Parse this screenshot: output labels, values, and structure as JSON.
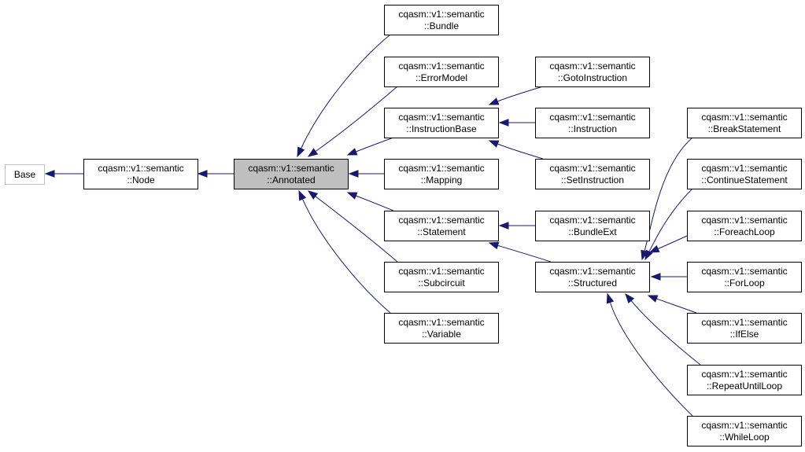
{
  "nodes": [
    {
      "id": "base",
      "lines": [
        "Base"
      ],
      "style": "grey"
    },
    {
      "id": "node",
      "lines": [
        "cqasm::v1::semantic",
        "::Node"
      ]
    },
    {
      "id": "annotated",
      "lines": [
        "cqasm::v1::semantic",
        "::Annotated"
      ],
      "style": "focus"
    },
    {
      "id": "bundle",
      "lines": [
        "cqasm::v1::semantic",
        "::Bundle"
      ]
    },
    {
      "id": "errormodel",
      "lines": [
        "cqasm::v1::semantic",
        "::ErrorModel"
      ]
    },
    {
      "id": "instructionbase",
      "lines": [
        "cqasm::v1::semantic",
        "::InstructionBase"
      ]
    },
    {
      "id": "mapping",
      "lines": [
        "cqasm::v1::semantic",
        "::Mapping"
      ]
    },
    {
      "id": "statement",
      "lines": [
        "cqasm::v1::semantic",
        "::Statement"
      ]
    },
    {
      "id": "subcircuit",
      "lines": [
        "cqasm::v1::semantic",
        "::Subcircuit"
      ]
    },
    {
      "id": "variable",
      "lines": [
        "cqasm::v1::semantic",
        "::Variable"
      ]
    },
    {
      "id": "gotoinstruction",
      "lines": [
        "cqasm::v1::semantic",
        "::GotoInstruction"
      ]
    },
    {
      "id": "instruction",
      "lines": [
        "cqasm::v1::semantic",
        "::Instruction"
      ]
    },
    {
      "id": "setinstruction",
      "lines": [
        "cqasm::v1::semantic",
        "::SetInstruction"
      ]
    },
    {
      "id": "bundleext",
      "lines": [
        "cqasm::v1::semantic",
        "::BundleExt"
      ]
    },
    {
      "id": "structured",
      "lines": [
        "cqasm::v1::semantic",
        "::Structured"
      ]
    },
    {
      "id": "breakstatement",
      "lines": [
        "cqasm::v1::semantic",
        "::BreakStatement"
      ]
    },
    {
      "id": "continuestatement",
      "lines": [
        "cqasm::v1::semantic",
        "::ContinueStatement"
      ]
    },
    {
      "id": "foreachloop",
      "lines": [
        "cqasm::v1::semantic",
        "::ForeachLoop"
      ]
    },
    {
      "id": "forloop",
      "lines": [
        "cqasm::v1::semantic",
        "::ForLoop"
      ]
    },
    {
      "id": "ifelse",
      "lines": [
        "cqasm::v1::semantic",
        "::IfElse"
      ]
    },
    {
      "id": "repeatuntilloop",
      "lines": [
        "cqasm::v1::semantic",
        "::RepeatUntilLoop"
      ]
    },
    {
      "id": "whileloop",
      "lines": [
        "cqasm::v1::semantic",
        "::WhileLoop"
      ]
    }
  ],
  "edges": [
    {
      "from": "node",
      "to": "base"
    },
    {
      "from": "annotated",
      "to": "node"
    },
    {
      "from": "bundle",
      "to": "annotated"
    },
    {
      "from": "errormodel",
      "to": "annotated"
    },
    {
      "from": "instructionbase",
      "to": "annotated"
    },
    {
      "from": "mapping",
      "to": "annotated"
    },
    {
      "from": "statement",
      "to": "annotated"
    },
    {
      "from": "subcircuit",
      "to": "annotated"
    },
    {
      "from": "variable",
      "to": "annotated"
    },
    {
      "from": "gotoinstruction",
      "to": "instructionbase"
    },
    {
      "from": "instruction",
      "to": "instructionbase"
    },
    {
      "from": "setinstruction",
      "to": "instructionbase"
    },
    {
      "from": "bundleext",
      "to": "statement"
    },
    {
      "from": "structured",
      "to": "statement"
    },
    {
      "from": "breakstatement",
      "to": "structured"
    },
    {
      "from": "continuestatement",
      "to": "structured"
    },
    {
      "from": "foreachloop",
      "to": "structured"
    },
    {
      "from": "forloop",
      "to": "structured"
    },
    {
      "from": "ifelse",
      "to": "structured"
    },
    {
      "from": "repeatuntilloop",
      "to": "structured"
    },
    {
      "from": "whileloop",
      "to": "structured"
    }
  ],
  "colors": {
    "edge": "#191970",
    "focus_fill": "#bfbfbf",
    "base_border": "#bfbfbf"
  }
}
